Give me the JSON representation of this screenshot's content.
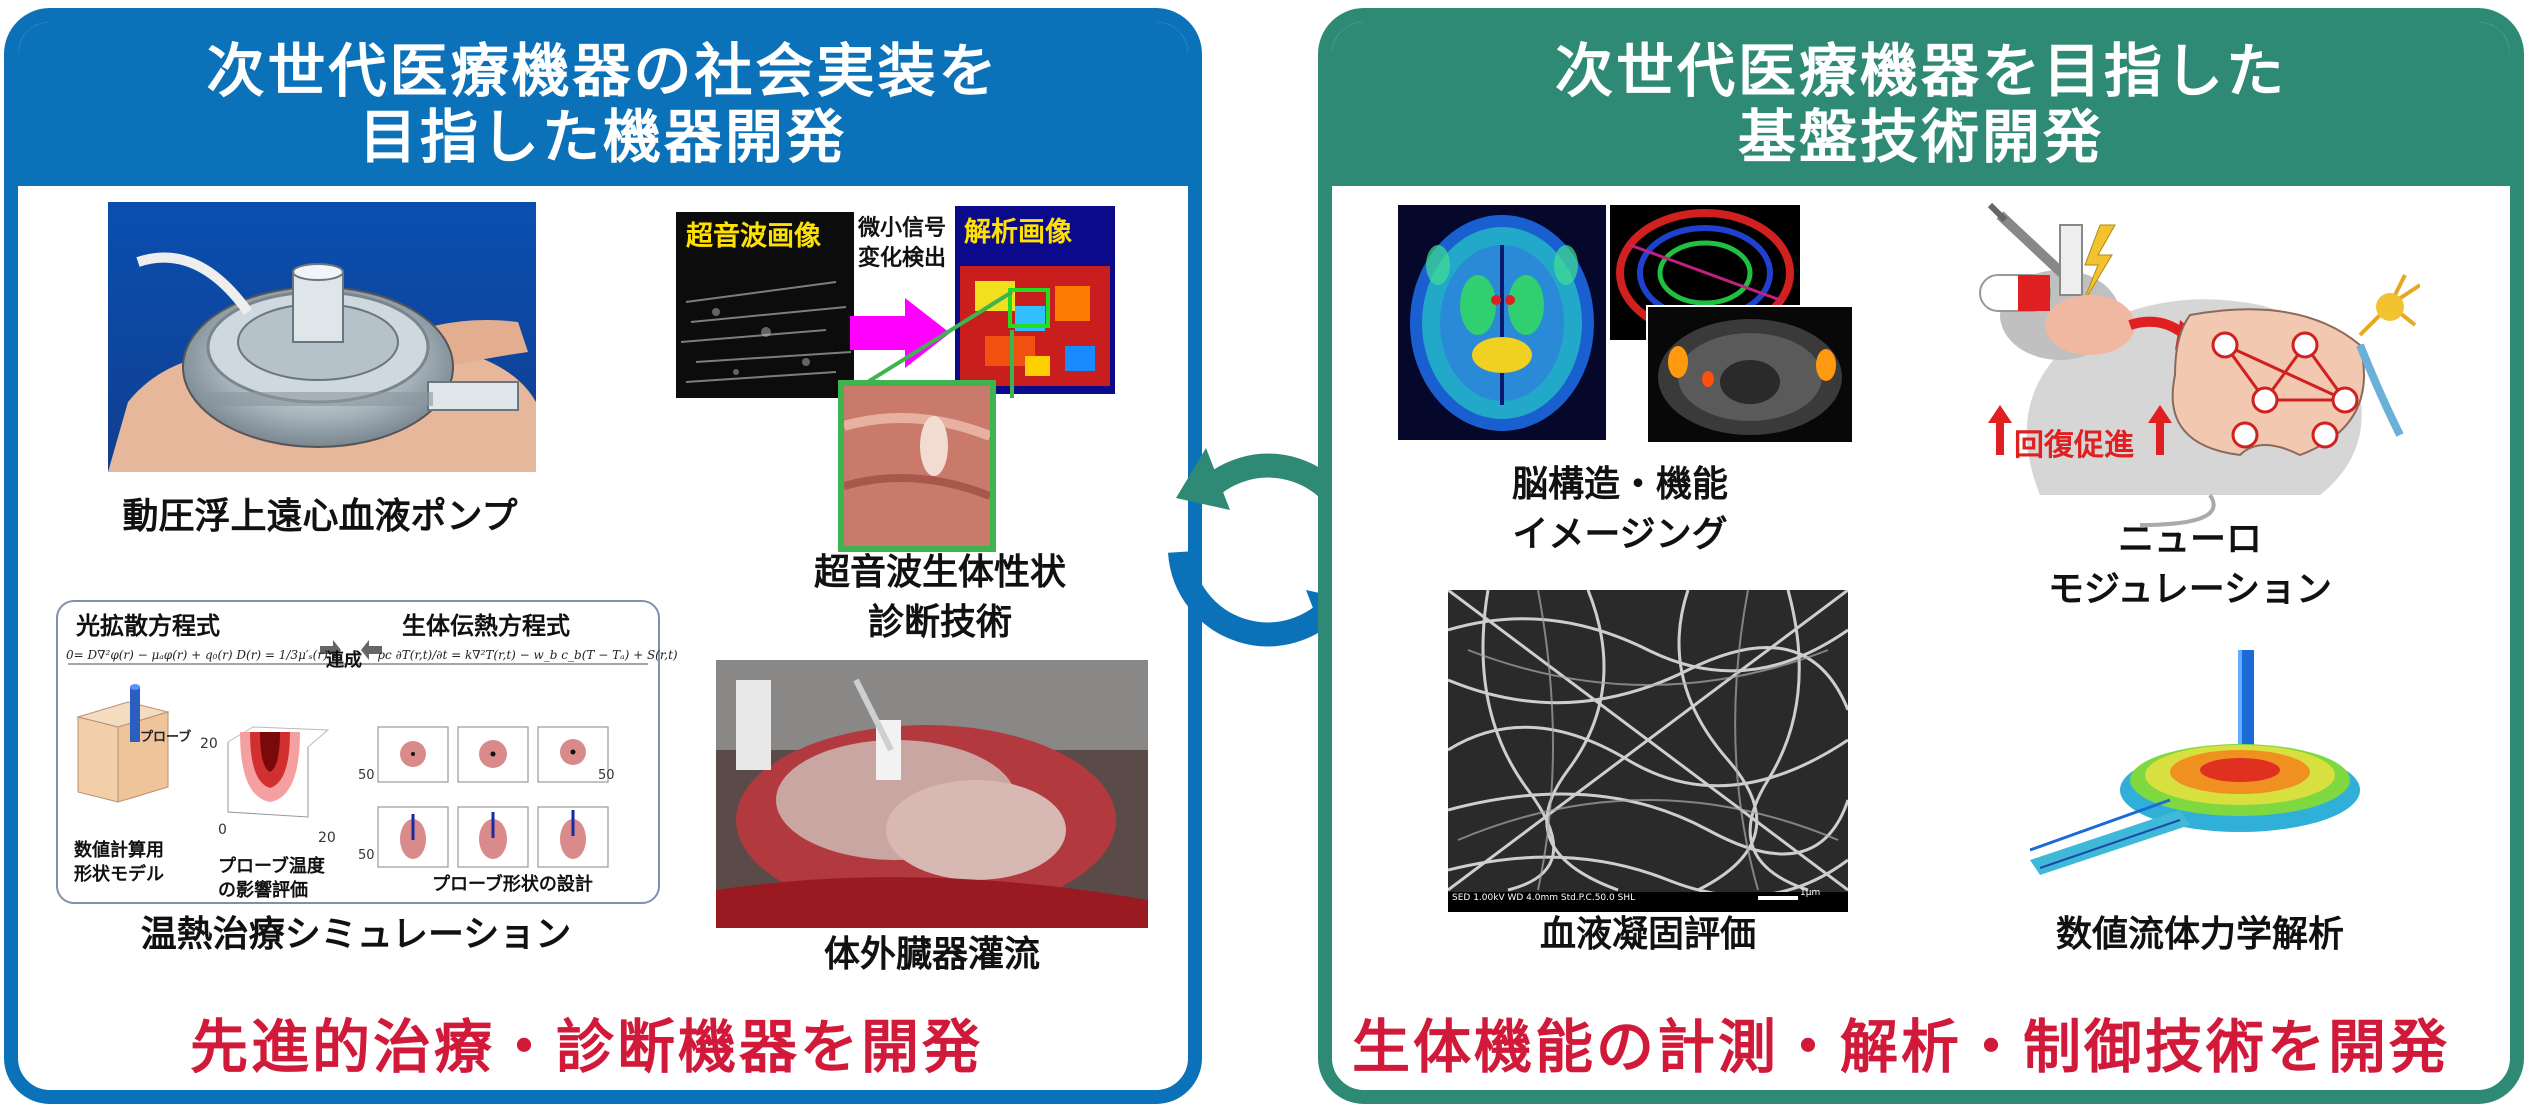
{
  "left_panel": {
    "title_line1": "次世代医療機器の社会実装を",
    "title_line2": "目指した機器開発",
    "colors": {
      "frame": "#0b72b9",
      "accent": "#d11a3a"
    },
    "pump_caption": "動圧浮上遠心血液ポンプ",
    "ultrasound": {
      "label_ultrasound_image": "超音波画像",
      "label_signal_line1": "微小信号",
      "label_signal_line2": "変化検出",
      "label_analysis_image": "解析画像",
      "caption_line1": "超音波生体性状",
      "caption_line2": "診断技術"
    },
    "simulation": {
      "eq1_title": "光拡散方程式",
      "eq2_title": "生体伝熱方程式",
      "couple_label": "連成",
      "eq1": "0= D∇²φ(r) − μₐφ(r) + q₀(r)   D(r) = 1/3μ′ₛ(r)",
      "eq2": "ρc ∂T(r,t)/∂t = k∇²T(r,t) − w_b c_b(T − Tₐ) + S(r,t)",
      "probe_label": "プローブ",
      "model_label_line1": "数値計算用",
      "model_label_line2": "形状モデル",
      "temp_label_line1": "プローブ温度",
      "temp_label_line2": "の影響評価",
      "design_label": "プローブ形状の設計",
      "axis_ticks": [
        "20",
        "0",
        "20",
        "50",
        "50",
        "50"
      ],
      "caption": "温熱治療シミュレーション"
    },
    "perfusion_caption": "体外臓器灌流",
    "bottom_title": "先進的治療・診断機器を開発"
  },
  "right_panel": {
    "title_line1": "次世代医療機器を目指した",
    "title_line2": "基盤技術開発",
    "colors": {
      "frame": "#2f8a75",
      "accent": "#d11a3a"
    },
    "brain_caption_line1": "脳構造・機能",
    "brain_caption_line2": "イメージング",
    "neuro": {
      "recovery_label": "回復促進",
      "caption_line1": "ニューロ",
      "caption_line2": "モジュレーション"
    },
    "sem": {
      "scale_bar": "1µm",
      "footer": "SED 1.00kV WD 4.0mm Std.P.C.50.0 SHL",
      "caption": "血液凝固評価"
    },
    "cfd_caption": "数値流体力学解析",
    "bottom_title": "生体機能の計測・解析・制御技術を開発"
  },
  "cycle": {
    "colors": [
      "#2f8a75",
      "#0b72b9"
    ],
    "icon": "cycle-arrows-icon"
  }
}
